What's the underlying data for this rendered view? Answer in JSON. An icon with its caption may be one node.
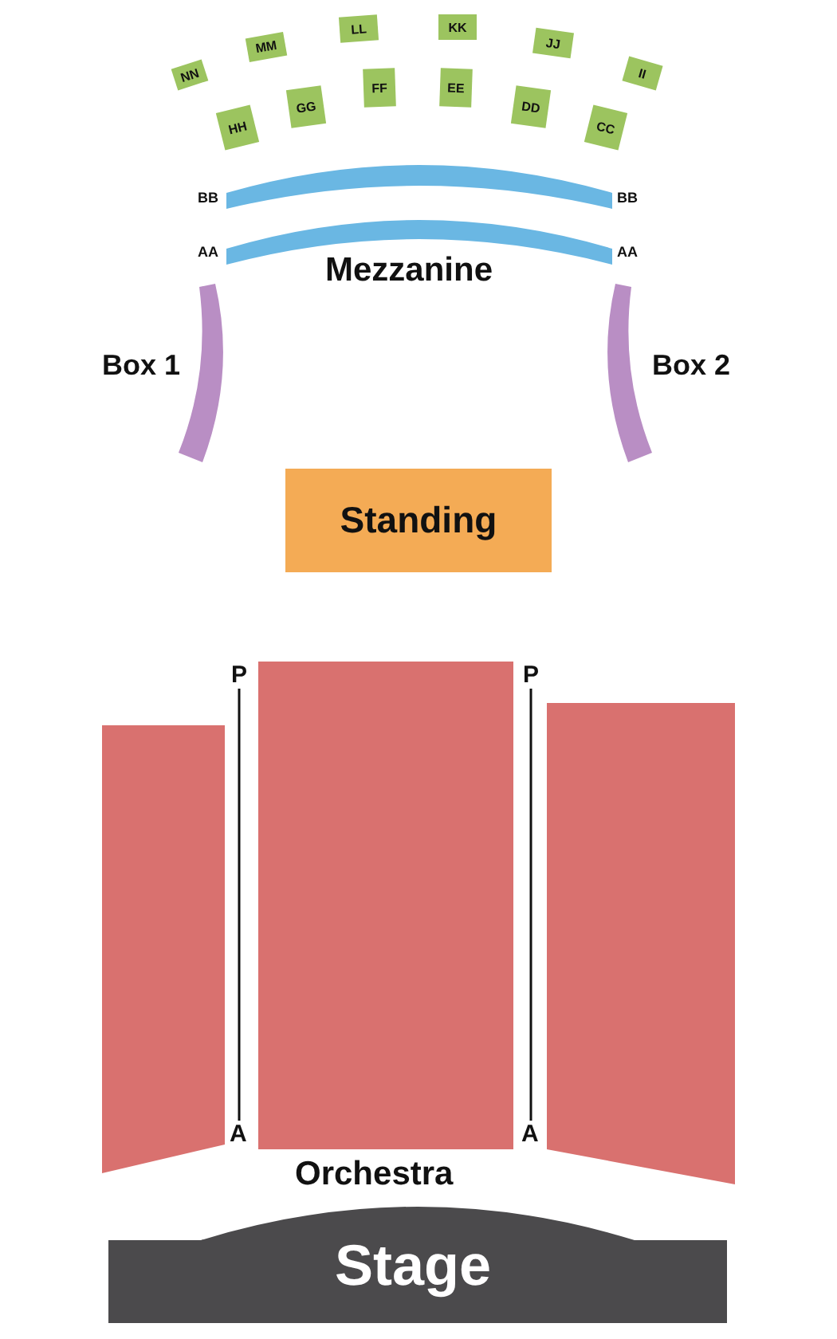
{
  "diagram": {
    "nodes": [
      {
        "text": [
          "NN"
        ]
      },
      {
        "text": [
          "MM"
        ]
      },
      {
        "text": [
          "LL"
        ]
      },
      {
        "text": [
          "KK"
        ]
      },
      {
        "text": [
          "JJ"
        ]
      },
      {
        "text": [
          "II"
        ]
      },
      {
        "text": [
          "HH"
        ]
      },
      {
        "text": [
          "GG"
        ]
      },
      {
        "text": [
          "FF"
        ]
      },
      {
        "text": [
          "EE"
        ]
      },
      {
        "text": [
          "DD"
        ]
      },
      {
        "text": [
          "CC"
        ]
      },
      {
        "text": [],
        "shape": "bar"
      },
      {
        "text": [],
        "shape": "bar"
      },
      {
        "text": [
          "Box 1"
        ]
      },
      {
        "text": [
          "Box 2"
        ]
      },
      {
        "text": [
          "Standing"
        ]
      },
      {
        "text": [],
        "shape": "box"
      },
      {
        "text": [],
        "shape": "box"
      },
      {
        "text": [],
        "shape": "box"
      },
      {
        "text": [
          "Stage"
        ]
      }
    ],
    "edges": [],
    "labels": [
      "BB",
      "BB",
      "AA",
      "AA",
      "Mezzanine",
      "P",
      "P",
      "A",
      "A",
      "Orchestra"
    ]
  }
}
